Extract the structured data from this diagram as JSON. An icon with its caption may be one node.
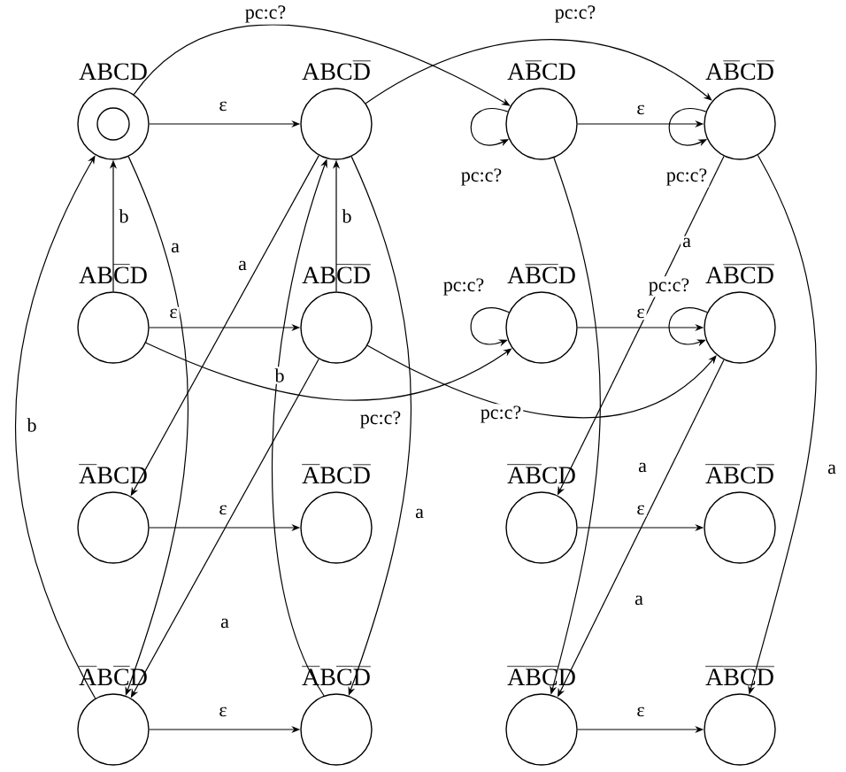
{
  "diagram": {
    "nodes": [
      {
        "text": [
          "\\mathrm{ABCD}"
        ]
      },
      {
        "text": [
          "\\mathrm{ABC\\overline{D}}"
        ]
      },
      {
        "text": [
          "\\mathrm{A\\overline{B}CD}"
        ]
      },
      {
        "text": [
          "\\mathrm{A\\overline{B}C\\overline{D}}"
        ]
      },
      {
        "text": [
          "\\mathrm{AB\\overline{C}D}"
        ]
      },
      {
        "text": [
          "\\mathrm{AB\\overline{C}\\overline{D}}"
        ]
      },
      {
        "text": [
          "\\mathrm{A\\overline{B}\\overline{C}D}"
        ]
      },
      {
        "text": [
          "\\mathrm{A\\overline{B}\\overline{C}\\overline{D}}"
        ]
      },
      {
        "text": [
          "\\mathrm{\\overline{A}BCD}"
        ]
      },
      {
        "text": [
          "\\mathrm{\\overline{A}BC\\overline{D}}"
        ]
      },
      {
        "text": [
          "\\mathrm{\\overline{A}\\overline{B}CD}"
        ]
      },
      {
        "text": [
          "\\mathrm{\\overline{A}\\overline{B}C\\overline{D}}"
        ]
      },
      {
        "text": [
          "\\mathrm{\\overline{A}B\\overline{C}D}"
        ]
      },
      {
        "text": [
          "\\mathrm{\\overline{A}B\\overline{C}\\overline{D}}"
        ]
      },
      {
        "text": [
          "\\mathrm{\\overline{A}\\overline{B}\\overline{C}D}"
        ]
      },
      {
        "text": [
          "\\mathrm{\\overline{A}\\overline{B}\\overline{C}\\overline{D}}"
        ]
      }
    ],
    "edges": [
      {
        "from": 0,
        "to": 1,
        "arrow": "to",
        "label": "ε"
      },
      {
        "from": 0,
        "to": 2,
        "arrow": "to",
        "label": "pc:c?"
      },
      {
        "from": 1,
        "to": 3,
        "arrow": "to",
        "label": "pc:c?"
      },
      {
        "from": 2,
        "to": 2,
        "arrow": "to",
        "label": "pc:c?"
      },
      {
        "from": 2,
        "to": 3,
        "arrow": "to",
        "label": "ε"
      },
      {
        "from": 3,
        "to": 3,
        "arrow": "to",
        "label": "pc:c?"
      },
      {
        "from": 4,
        "to": 0,
        "arrow": "to",
        "label": "b"
      },
      {
        "from": 5,
        "to": 1,
        "arrow": "to",
        "label": "b"
      },
      {
        "from": 4,
        "to": 5,
        "arrow": "to",
        "label": "ε"
      },
      {
        "from": 4,
        "to": 6,
        "arrow": "to",
        "label": "pc:c?"
      },
      {
        "from": 5,
        "to": 7,
        "arrow": "to",
        "label": "pc:c?"
      },
      {
        "from": 6,
        "to": 6,
        "arrow": "to",
        "label": "pc:c?"
      },
      {
        "from": 6,
        "to": 7,
        "arrow": "to",
        "label": "ε"
      },
      {
        "from": 7,
        "to": 7,
        "arrow": "to",
        "label": "pc:c?"
      },
      {
        "from": 12,
        "to": 0,
        "arrow": "to",
        "label": "b"
      },
      {
        "from": 0,
        "to": 12,
        "arrow": "to",
        "label": "a"
      },
      {
        "from": 1,
        "to": 8,
        "arrow": "to",
        "label": "a"
      },
      {
        "from": 13,
        "to": 1,
        "arrow": "to",
        "label": "b"
      },
      {
        "from": 1,
        "to": 13,
        "arrow": "to",
        "label": "a"
      },
      {
        "from": 5,
        "to": 12,
        "arrow": "to",
        "label": "a"
      },
      {
        "from": 8,
        "to": 9,
        "arrow": "to",
        "label": "ε"
      },
      {
        "from": 12,
        "to": 13,
        "arrow": "to",
        "label": "ε"
      },
      {
        "from": 2,
        "to": 14,
        "arrow": "to",
        "label": "a"
      },
      {
        "from": 3,
        "to": 10,
        "arrow": "to",
        "label": "a"
      },
      {
        "from": 7,
        "to": 14,
        "arrow": "to",
        "label": "a"
      },
      {
        "from": 3,
        "to": 15,
        "arrow": "to",
        "label": "a"
      },
      {
        "from": 10,
        "to": 11,
        "arrow": "to",
        "label": "ε"
      },
      {
        "from": 14,
        "to": 15,
        "arrow": "to",
        "label": "ε"
      }
    ]
  }
}
